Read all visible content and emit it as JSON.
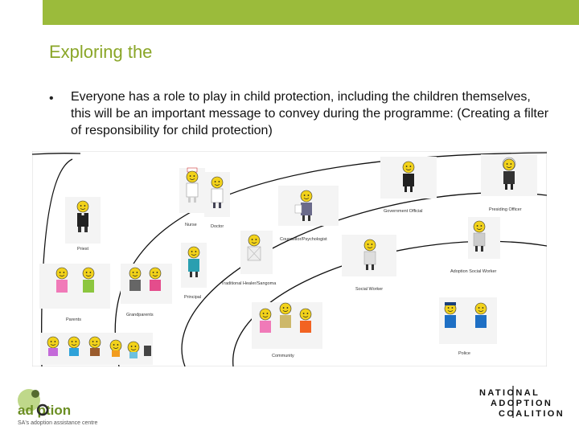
{
  "colors": {
    "accent_bar": "#9bbb3b",
    "title": "#8aa628"
  },
  "slide": {
    "title": "Exploring the",
    "bullet_marker": "•",
    "bullet_text": "Everyone has a role to play in child protection, including the children themselves, this will be an important message to convey during the programme: (Creating a filter of responsibility for child protection)"
  },
  "diagram": {
    "labels": {
      "priest": "Priest",
      "nurse": "Nurse",
      "doctor": "Doctor",
      "counsellor": "Counsellor/Psychologist",
      "government_official": "Government Official",
      "presiding_officer": "Presiding Officer",
      "parents": "Parents",
      "grandparents": "Grandparents",
      "principal": "Principal",
      "traditional_healer": "Traditional Healer/Sangoma",
      "social_worker": "Social Worker",
      "adoption_social_worker": "Adoption Social Worker",
      "community": "Community",
      "police": "Police"
    }
  },
  "logos": {
    "left_name": "ad ption",
    "left_tagline": "SA's adoption assistance centre",
    "right_line1": "NATIONAL",
    "right_line2": "ADOPTION",
    "right_line3": "COALITION"
  }
}
